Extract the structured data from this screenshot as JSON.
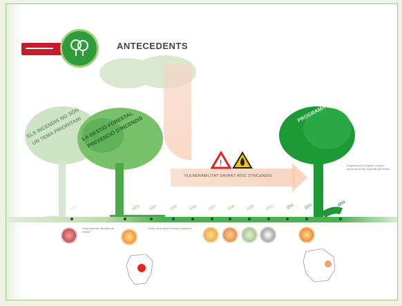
{
  "header": {
    "title": "ANTECEDENTS"
  },
  "arrow": {
    "label": "VULNERABILITAT DAVANT RISC D'INCENDIS"
  },
  "trees": [
    {
      "line1": "ELS INCENDIS NO SÓN",
      "line2": "UN TEMA PRIORITARI"
    },
    {
      "line1": "LA GESTIÓ FORESTAL",
      "line2": "PREVENCIÓ D'INCENDIS"
    },
    {
      "line1": "PROGRAMA",
      "desc": "Programa per a la gestió, millora i prevenció de risc d'incendis del territori."
    }
  ],
  "years": [
    "2002",
    "2003",
    "2004",
    "2005",
    "2006",
    "2007",
    "2008",
    "2009",
    "2010",
    "2011",
    "2012",
    "2013"
  ],
  "events": [
    {
      "desc": "Grans incendis: afectació del territori"
    },
    {
      "desc": "Primer pla de gestió forestal i prevenció"
    }
  ],
  "colors": {
    "accent": "#2e9c3a",
    "timeline": "#49b04c",
    "warning": "#d22"
  }
}
